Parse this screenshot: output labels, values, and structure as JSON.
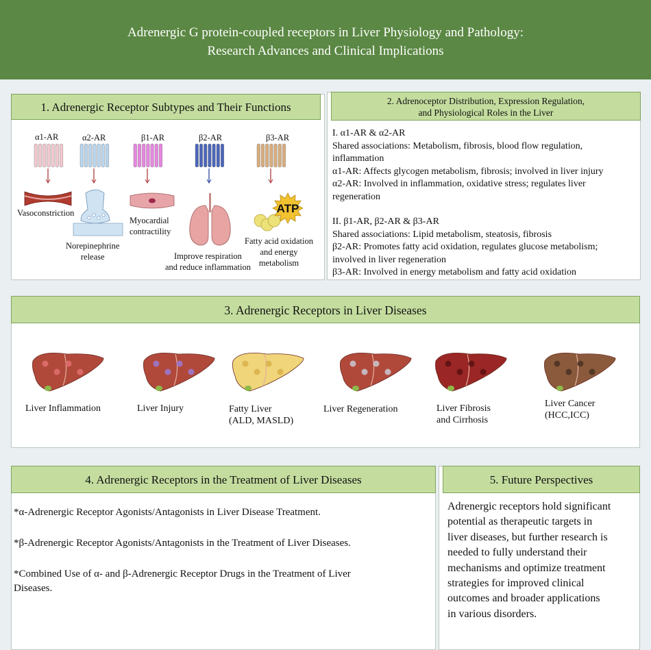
{
  "header": {
    "title_line1": "Adrenergic G protein-coupled receptors in Liver Physiology and Pathology:",
    "title_line2": "Research Advances and Clinical Implications"
  },
  "section1": {
    "title": "1. Adrenergic Receptor Subtypes and Their Functions",
    "receptors": [
      {
        "name": "α1-AR",
        "color": "#f2c9cf",
        "effect": "Vasoconstriction"
      },
      {
        "name": "α2-AR",
        "color": "#b9d6ee",
        "effect_line1": "Norepinephrine",
        "effect_line2": "release"
      },
      {
        "name": "β1-AR",
        "color": "#e686e0",
        "effect_line1": "Myocardial",
        "effect_line2": "contractility"
      },
      {
        "name": "β2-AR",
        "color": "#4c66b8",
        "effect_line1": "Improve respiration",
        "effect_line2": "and reduce inflammation"
      },
      {
        "name": "β3-AR",
        "color": "#d8ad7e",
        "effect_line1": "Fatty acid oxidation",
        "effect_line2": "and energy",
        "effect_line3": "metabolism",
        "atp": "ATP"
      }
    ]
  },
  "section2": {
    "title_line1": "2. Adrenoceptor Distribution, Expression Regulation,",
    "title_line2": "and Physiological Roles in the Liver",
    "block1": {
      "heading": "I. α1-AR & α2-AR",
      "l1": "Shared associations: Metabolism, fibrosis, blood flow regulation,",
      "l2": "inflammation",
      "l3": "α1-AR: Affects glycogen metabolism, fibrosis; involved in liver injury",
      "l4": "α2-AR: Involved in inflammation, oxidative stress; regulates liver",
      "l5": "regeneration"
    },
    "block2": {
      "heading": "II. β1-AR, β2-AR & β3-AR",
      "l1": "Shared associations: Lipid metabolism, steatosis, fibrosis",
      "l2": "β2-AR: Promotes fatty acid oxidation, regulates glucose metabolism;",
      "l3": "involved in liver regeneration",
      "l4": "β3-AR: Involved in energy metabolism and fatty acid oxidation"
    }
  },
  "section3": {
    "title": "3. Adrenergic Receptors in Liver Diseases",
    "diseases": [
      {
        "line1": "Liver Inflammation",
        "line2": ""
      },
      {
        "line1": "Liver Injury",
        "line2": ""
      },
      {
        "line1": "Fatty Liver",
        "line2": "(ALD, MASLD)"
      },
      {
        "line1": "Liver Regeneration",
        "line2": ""
      },
      {
        "line1": "Liver Fibrosis",
        "line2": "and Cirrhosis"
      },
      {
        "line1": "Liver Cancer",
        "line2": "(HCC,ICC)"
      }
    ]
  },
  "section4": {
    "title": "4. Adrenergic Receptors in the Treatment of Liver Diseases",
    "item1": "*α-Adrenergic Receptor Agonists/Antagonists in Liver Disease Treatment.",
    "item2": "*β-Adrenergic Receptor Agonists/Antagonists in the Treatment of Liver Diseases.",
    "item3_l1": "*Combined Use of α- and β-Adrenergic Receptor Drugs in the Treatment of Liver",
    "item3_l2": "Diseases."
  },
  "section5": {
    "title": "5. Future Perspectives",
    "l1": "Adrenergic receptors hold significant",
    "l2": "potential as therapeutic targets in",
    "l3": "liver diseases, but further research is",
    "l4": "needed to fully understand their",
    "l5": "mechanisms and optimize treatment",
    "l6": "strategies for improved clinical",
    "l7": "outcomes and broader applications",
    "l8": "in various disorders."
  }
}
